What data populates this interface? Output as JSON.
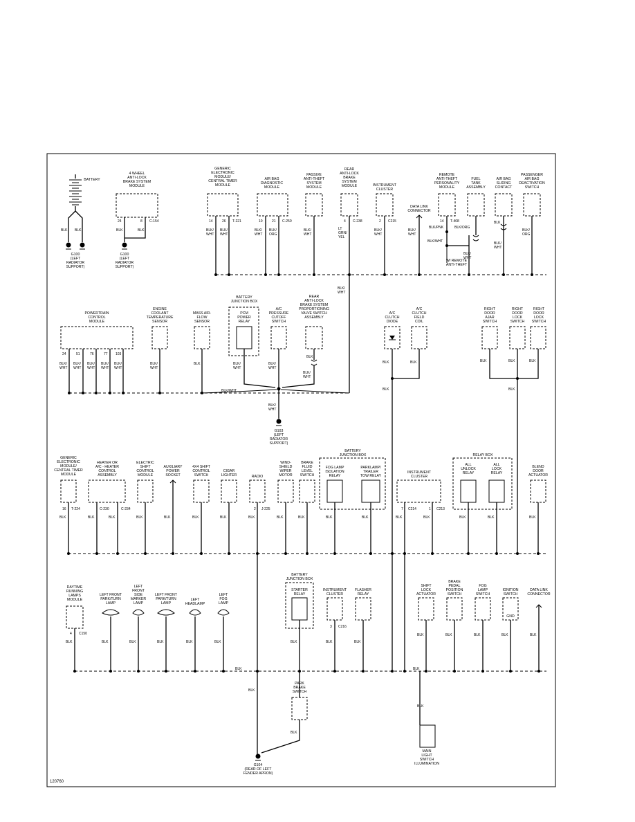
{
  "figure_id": "120760",
  "bus_color": "#000000",
  "components": {
    "battery": "BATTERY",
    "abs4": [
      "4 WHEEL",
      "ANTI-LOCK",
      "BRAKE SYSTEM",
      "MODULE"
    ],
    "gem1": [
      "GENERIC",
      "ELECTRONIC",
      "MODULE/",
      "CENTRAL TIMER",
      "MODULE"
    ],
    "airbag": [
      "AIR BAG",
      "DIAGNOSTIC",
      "MODULE"
    ],
    "pats": [
      "PASSIVE",
      "ANTI-THEFT",
      "SYSTEM",
      "MODULE"
    ],
    "rabs": [
      "REAR",
      "ANTI-LOCK",
      "BRAKE",
      "SYSTEM",
      "MODULE"
    ],
    "ic1": [
      "INSTRUMENT",
      "CLUSTER"
    ],
    "dlc1": [
      "DATA LINK",
      "CONNECTOR"
    ],
    "rap": [
      "REMOTE",
      "ANTI-THEFT",
      "PERSONALITY",
      "MODULE"
    ],
    "fuel": [
      "FUEL",
      "TANK",
      "ASSEMBLY"
    ],
    "sliding": [
      "AIR BAG",
      "SLIDING",
      "CONTACT"
    ],
    "deact": [
      "PASSENGER",
      "AIR BAG",
      "DEACTIVATION",
      "SWITCH"
    ],
    "pcm": [
      "POWERTRAIN",
      "CONTROL",
      "MODULE"
    ],
    "ect": [
      "ENGINE",
      "COOLANT",
      "TEMPERATURE",
      "SENSOR"
    ],
    "maf": [
      "MASS AIR-",
      "FLOW",
      "SENSOR"
    ],
    "bjb1": [
      "BATTERY",
      "JUNCTION BOX"
    ],
    "pcmrelay": [
      "PCM",
      "POWER",
      "RELAY"
    ],
    "acpress": [
      "A/C",
      "PRESSURE",
      "CUTOFF",
      "SWITCH"
    ],
    "rabsvalve": [
      "REAR",
      "ANTI-LOCK",
      "BRAKE SYSTEM",
      "PROPORTIONING",
      "VALVE SWITCH",
      "ASSEMBLY"
    ],
    "acdiode": [
      "A/C",
      "CLUTCH",
      "DIODE"
    ],
    "accoil": [
      "A/C",
      "CLUTCH",
      "FIELD",
      "COIL"
    ],
    "ajar": [
      "RIGHT",
      "DOOR",
      "AJAR",
      "SWITCH"
    ],
    "lock1": [
      "RIGHT",
      "DOOR",
      "LOCK",
      "SWITCH"
    ],
    "lock2": [
      "RIGHT",
      "DOOR",
      "LOCK",
      "SWITCH"
    ],
    "gem2": [
      "GENERIC",
      "ELECTRONIC",
      "MODULE/",
      "CENTRAL TIMER",
      "MODULE"
    ],
    "heater": [
      "HEATER OR",
      "A/C - HEATER",
      "CONTROL",
      "ASSEMBLY"
    ],
    "shiftmod": [
      "ELECTRIC",
      "SHIFT",
      "CONTROL",
      "MODULE"
    ],
    "auxpwr": [
      "AUXILIARY",
      "POWER",
      "SOCKET"
    ],
    "x4": [
      "4X4 SHIFT",
      "CONTROL",
      "SWITCH"
    ],
    "cigar": [
      "CIGAR",
      "LIGHTER"
    ],
    "radio": [
      "RADIO"
    ],
    "wiper": [
      "WIND-",
      "SHIELD",
      "WIPER",
      "MOTOR"
    ],
    "brakefluid": [
      "BRAKE",
      "FLUID",
      "LEVEL",
      "SWITCH"
    ],
    "bjb2": [
      "BATTERY",
      "JUNCTION BOX"
    ],
    "foglamprelay": [
      "FOG LAMP",
      "ISOLATION",
      "RELAY"
    ],
    "trailer": [
      "PARKLAMP/",
      "TRAILER",
      "TOW RELAY"
    ],
    "ic2": [
      "INSTRUMENT",
      "CLUSTER"
    ],
    "relaybox": [
      "RELAY BOX"
    ],
    "unlock": [
      "ALL",
      "UNLOCK",
      "RELAY"
    ],
    "lockrelay": [
      "ALL",
      "LOCK",
      "RELAY"
    ],
    "blend": [
      "BLEND",
      "DOOR",
      "ACTUATOR"
    ],
    "drl": [
      "DAYTIME",
      "RUNNING",
      "LAMPS",
      "MODULE"
    ],
    "lfpark": [
      "LEFT FRONT",
      "PARK/TURN",
      "LAMP"
    ],
    "lfside": [
      "LEFT",
      "FRONT",
      "SIDE",
      "MARKER",
      "LAMP"
    ],
    "lfpark2": [
      "LEFT FRONT",
      "PARK/TURN",
      "LAMP"
    ],
    "lhead": [
      "LEFT",
      "HEADLAMP"
    ],
    "lfog": [
      "LEFT",
      "FOG",
      "LAMP"
    ],
    "bjb3": [
      "BATTERY",
      "JUNCTION BOX"
    ],
    "starter": [
      "STARTER",
      "RELAY"
    ],
    "ic3": [
      "INSTRUMENT",
      "CLUSTER"
    ],
    "flasher": [
      "FLASHER",
      "RELAY"
    ],
    "shiftlock": [
      "SHIFT",
      "LOCK",
      "ACTUATOR"
    ],
    "bpp": [
      "BRAKE",
      "PEDAL",
      "POSITION",
      "SWITCH"
    ],
    "fogsw": [
      "FOG",
      "LAMP",
      "SWITCH"
    ],
    "ign": [
      "IGNITION",
      "SWITCH"
    ],
    "dlc2": [
      "DATA LINK",
      "CONNECTOR"
    ],
    "parkbrake": [
      "PARK",
      "BRAKE",
      "SWITCH"
    ],
    "mainlight": [
      "MAIN",
      "LIGHT",
      "SWITCH",
      "ILLUMINATION"
    ],
    "gnd": "GND"
  },
  "grounds": {
    "g100a": [
      "G100",
      "(LEFT",
      "RADIATOR",
      "SUPPORT)"
    ],
    "g100b": [
      "G100",
      "(LEFT",
      "RADIATOR",
      "SUPPORT)"
    ],
    "g103": [
      "G103",
      "(LEFT",
      "RADIATOR",
      "SUPPORT)"
    ],
    "g104": [
      "G104",
      "(REAR OF LEFT",
      "FENDER APRON)"
    ]
  },
  "notes": {
    "remote": [
      "W/ REMOTE",
      "ANTI-THEFT"
    ]
  },
  "wires": {
    "blk": "BLK",
    "blkwht": [
      "BLK/",
      "WHT"
    ],
    "blkorg": [
      "BLK/",
      "ORG"
    ],
    "ltgrnyel": [
      "LT",
      "GRN/",
      "YEL"
    ],
    "blkpnk": "BLK/PNK",
    "blkwht1": "BLK/WHT",
    "blkorg1": "BLK/ORG"
  },
  "pins": {
    "p24": "24",
    "p8": "8",
    "p14": "14",
    "p26": "26",
    "p10": "10",
    "p21": "21",
    "p4": "4",
    "p2": "2",
    "p51": "51",
    "p76": "76",
    "p77": "77",
    "p103": "103",
    "p16": "16",
    "p7": "7",
    "p1": "1",
    "p3": "3"
  },
  "connectors": {
    "c154": "C-154",
    "c221": "T-221",
    "c250": "C-250",
    "c238": "C-238",
    "c215": "C215",
    "c408": "T-408",
    "c224": "T-224",
    "c230": "C-230",
    "c234": "C-234",
    "c225": "J-225",
    "c214": "C214",
    "c213": "C213",
    "c150": "C150",
    "c216": "C216"
  }
}
